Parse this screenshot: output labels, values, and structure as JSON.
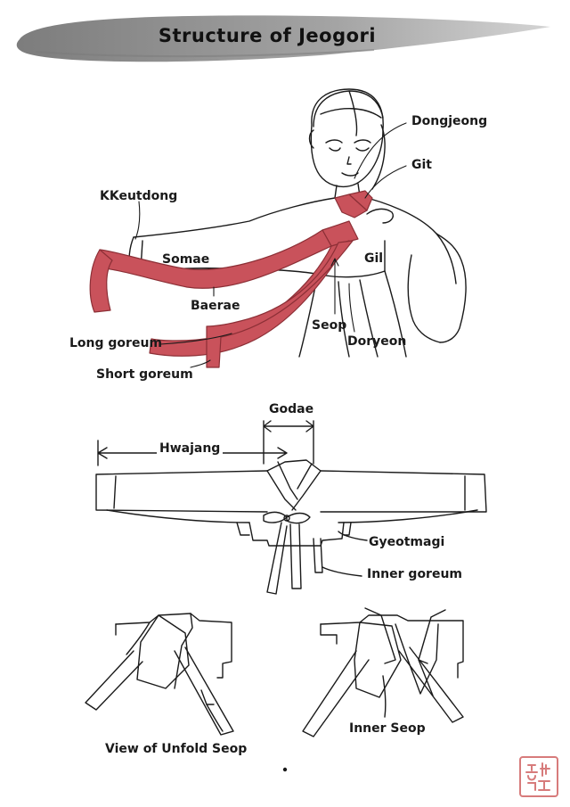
{
  "title": "Structure of Jeogori",
  "colors": {
    "goreum": "#c9525b",
    "ink": "#1a1a1a",
    "brush": "#8a8a8a",
    "seal": "#d77b7b"
  },
  "figure_top": {
    "labels": {
      "dongjeong": "Dongjeong",
      "git": "Git",
      "kkeutdong": "KKeutdong",
      "somae": "Somae",
      "gil": "Gil",
      "baerae": "Baerae",
      "seop": "Seop",
      "doryeon": "Doryeon",
      "long_goreum": "Long goreum",
      "short_goreum": "Short goreum"
    }
  },
  "figure_middle": {
    "labels": {
      "godae": "Godae",
      "hwajang": "Hwajang",
      "gyeotmagi": "Gyeotmagi",
      "inner_goreum": "Inner goreum"
    }
  },
  "figure_bottom": {
    "labels": {
      "view_unfold_seop": "View of Unfold Seop",
      "inner_seop": "Inner Seop"
    }
  },
  "seal": {
    "icon": "artist-seal-icon"
  }
}
